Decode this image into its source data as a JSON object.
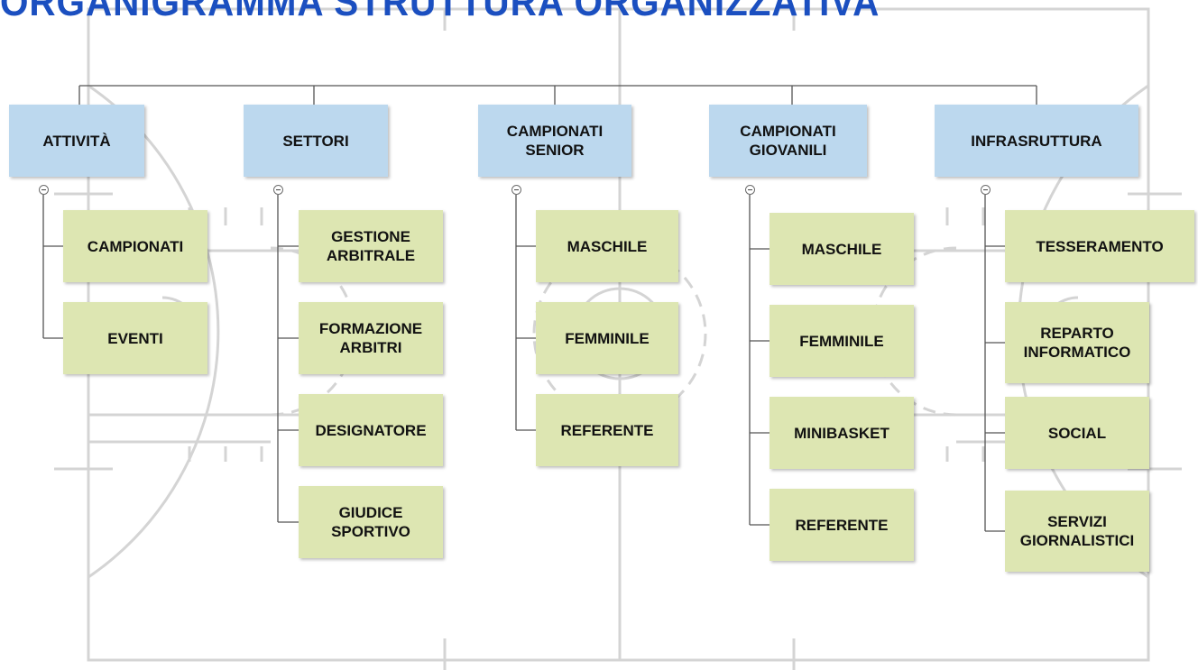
{
  "title": "ORGANIGRAMMA STRUTTURA ORGANIZZATIVA",
  "colors": {
    "title": "#1b4fc0",
    "header_box": "#bcd8ee",
    "item_box": "#dde6b2",
    "court_lines": "#cfcfcf",
    "connector": "#555555"
  },
  "columns": [
    {
      "header": "ATTIVITÀ",
      "items": [
        "CAMPIONATI",
        "EVENTI"
      ]
    },
    {
      "header": "SETTORI",
      "items": [
        "GESTIONE\nARBITRALE",
        "FORMAZIONE\nARBITRI",
        "DESIGNATORE",
        "GIUDICE\nSPORTIVO"
      ]
    },
    {
      "header": "CAMPIONATI\nSENIOR",
      "items": [
        "MASCHILE",
        "FEMMINILE",
        "REFERENTE"
      ]
    },
    {
      "header": "CAMPIONATI\nGIOVANILI",
      "items": [
        "MASCHILE",
        "FEMMINILE",
        "MINIBASKET",
        "REFERENTE"
      ]
    },
    {
      "header": "INFRASRUTTURA",
      "items": [
        "TESSERAMENTO",
        "REPARTO\nINFORMATICO",
        "SOCIAL",
        "SERVIZI\nGIORNALISTICI"
      ]
    }
  ]
}
